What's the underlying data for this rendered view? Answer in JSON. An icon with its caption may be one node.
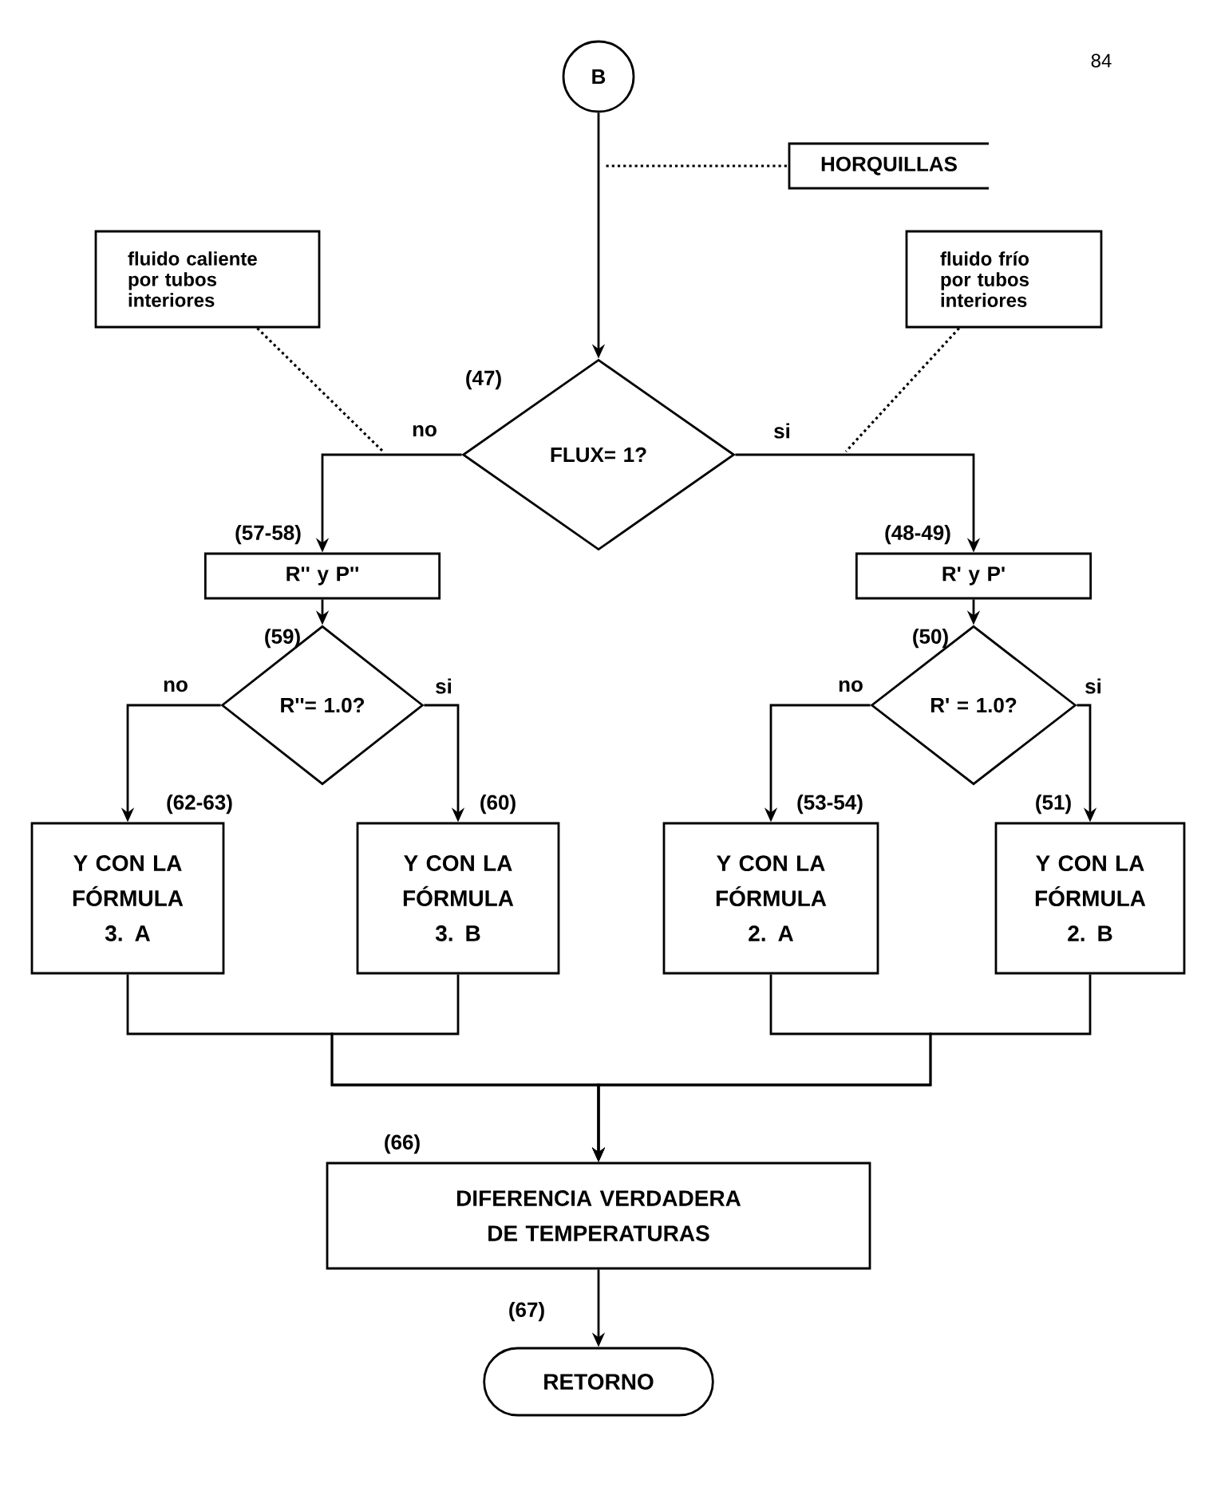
{
  "diagram": {
    "nodes": [
      {
        "text": [
          "B"
        ]
      },
      {
        "text": [
          "HORQUILLAS"
        ]
      },
      {
        "text": [
          "fluido caliente por tubos interiores"
        ]
      },
      {
        "text": [
          "fluido frío por tubos interiores"
        ]
      },
      {
        "text": [
          "FLUX= 1?"
        ],
        "beside": [
          "(47)"
        ]
      },
      {
        "text": [
          "R'' y P''"
        ],
        "beside": [
          "(57-58)"
        ]
      },
      {
        "text": [
          "R' y P'"
        ],
        "beside": [
          "(48-49)"
        ]
      },
      {
        "text": [
          "R''= 1.0?"
        ],
        "beside": [
          "(59)"
        ]
      },
      {
        "text": [
          "R' = 1.0?"
        ],
        "beside": [
          "(50)"
        ]
      },
      {
        "text": [
          "Y CON LA FÓRMULA 3. A"
        ],
        "beside": [
          "(62-63)"
        ]
      },
      {
        "text": [
          "Y CON LA FÓRMULA 3. B"
        ],
        "beside": [
          "(60)"
        ]
      },
      {
        "text": [
          "Y CON LA FÓRMULA 2. A"
        ],
        "beside": [
          "(53-54)"
        ]
      },
      {
        "text": [
          "Y CON LA FÓRMULA 2. B"
        ],
        "beside": [
          "(51)"
        ]
      },
      {
        "text": [
          "DIFERENCIA VERDADERA DE TEMPERATURAS"
        ],
        "beside": [
          "(66)"
        ]
      },
      {
        "text": [
          "RETORNO"
        ],
        "beside": [
          "(67)"
        ]
      }
    ],
    "edges": [
      {
        "from": 0,
        "to": 4,
        "arrow": "to"
      },
      {
        "from": 4,
        "to": 5,
        "arrow": "to",
        "label": "no"
      },
      {
        "from": 4,
        "to": 6,
        "arrow": "to",
        "label": "si"
      },
      {
        "from": 5,
        "to": 7,
        "arrow": "to"
      },
      {
        "from": 6,
        "to": 8,
        "arrow": "to"
      },
      {
        "from": 7,
        "to": 9,
        "arrow": "to",
        "label": "no"
      },
      {
        "from": 7,
        "to": 10,
        "arrow": "to",
        "label": "si"
      },
      {
        "from": 8,
        "to": 11,
        "arrow": "to",
        "label": "no"
      },
      {
        "from": 8,
        "to": 12,
        "arrow": "to",
        "label": "si"
      },
      {
        "from": 9,
        "to": 13,
        "arrow": "to"
      },
      {
        "from": 10,
        "to": 13,
        "arrow": "to"
      },
      {
        "from": 11,
        "to": 13,
        "arrow": "to"
      },
      {
        "from": 12,
        "to": 13,
        "arrow": "to"
      },
      {
        "from": 13,
        "to": 14,
        "arrow": "to"
      },
      {
        "from": 1,
        "to": null,
        "arrow": "none",
        "style": "dashed"
      },
      {
        "from": 2,
        "to": null,
        "arrow": "none",
        "style": "dashed"
      },
      {
        "from": 3,
        "to": null,
        "arrow": "none",
        "style": "dashed"
      }
    ],
    "labels": [
      "84"
    ]
  }
}
